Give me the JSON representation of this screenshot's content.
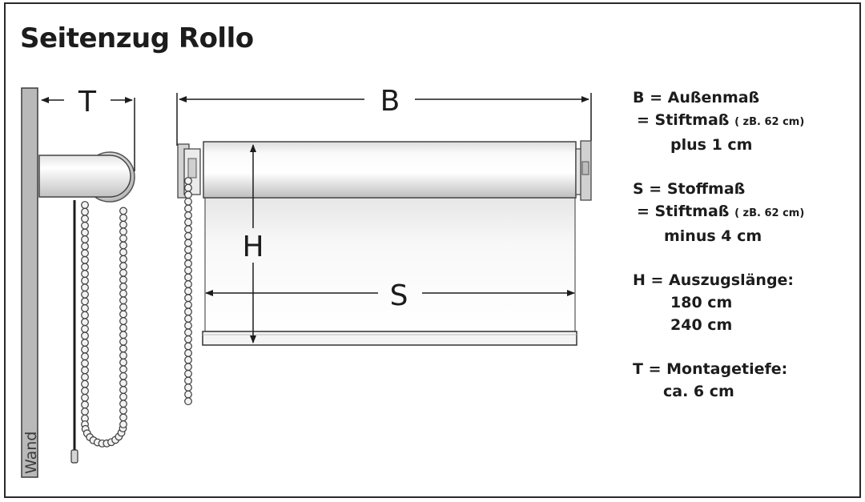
{
  "title": "Seitenzug Rollo",
  "dimensions": {
    "B": "B",
    "T": "T",
    "H": "H",
    "S": "S",
    "wall": "Wand"
  },
  "legend": {
    "b_line1": "B = Außenmaß",
    "b_line2": "= Stiftmaß",
    "b_line2_note": "( zB. 62 cm)",
    "b_line3": "plus 1 cm",
    "s_line1": "S = Stoffmaß",
    "s_line2": "= Stiftmaß",
    "s_line2_note": "( zB. 62 cm)",
    "s_line3": "minus 4 cm",
    "h_line1": "H = Auszugslänge:",
    "h_line2": "180 cm",
    "h_line3": "240 cm",
    "t_line1": "T = Montagetiefe:",
    "t_line2": "ca. 6 cm"
  }
}
